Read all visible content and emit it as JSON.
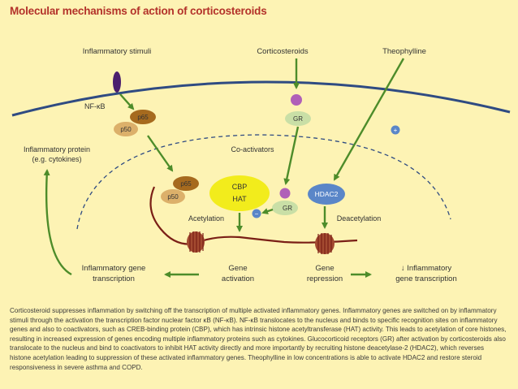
{
  "title": "Molecular mechanisms of action of corticosteroids",
  "labels": {
    "inflammatory_stimuli": "Inflammatory stimuli",
    "corticosteroids": "Corticosteroids",
    "theophylline": "Theophylline",
    "nfkb": "NF-κB",
    "p65": "p65",
    "p50": "p50",
    "gr": "GR",
    "plus": "+",
    "minus": "−",
    "inflammatory_protein_line1": "Inflammatory protein",
    "inflammatory_protein_line2": "(e.g. cytokines)",
    "coactivators": "Co-activators",
    "cbp": "CBP",
    "hat": "HAT",
    "hdac2": "HDAC2",
    "acetylation": "Acetylation",
    "deacetylation": "Deacetylation",
    "inflammatory_gene_transcription_line1": "Inflammatory gene",
    "inflammatory_gene_transcription_line2": "transcription",
    "gene_activation_line1": "Gene",
    "gene_activation_line2": "activation",
    "gene_repression_line1": "Gene",
    "gene_repression_line2": "repression",
    "reduced_transcription_line1": "↓ Inflammatory",
    "reduced_transcription_line2": "gene transcription"
  },
  "colors": {
    "background": "#fdf3b4",
    "title": "#b3322a",
    "membrane": "#2f4b82",
    "arrow": "#4d8c2a",
    "dna": "#7a1f16",
    "p65": "#a66a1e",
    "p50": "#dcb06a",
    "gr": "#c9dfa6",
    "steroid": "#b060b8",
    "cbp": "#f2ec1c",
    "hdac2": "#5a86c8",
    "receptor": "#4a1f6e"
  },
  "caption": "Corticosteroid suppresses inflammation by switching off the transcription of multiple activated inflammatory genes. Inflammatory genes are switched on by inflammatory stimuli through the activation the transcription factor nuclear factor κB (NF-κB). NF-κB translocates to the nucleus and binds to specific recognition sites on inflammatory genes and also to coactivators, such as CREB-binding protein (CBP), which has intrinsic histone acetyltransferase (HAT) activity. This leads to acetylation of core histones, resulting in increased expression of genes encoding multiple inflammatory proteins such as cytokines. Glucocorticoid receptors (GR) after activation by corticosteroids also translocate to the nucleus and bind to coactivators to inhibit HAT activity directly and more importantly by recruiting histone deacetylase-2 (HDAC2), which reverses histone acetylation leading to suppression of these activated inflammatory genes. Theophylline in low concentrations is able to activate HDAC2 and restore steroid responsiveness in severe asthma and COPD."
}
